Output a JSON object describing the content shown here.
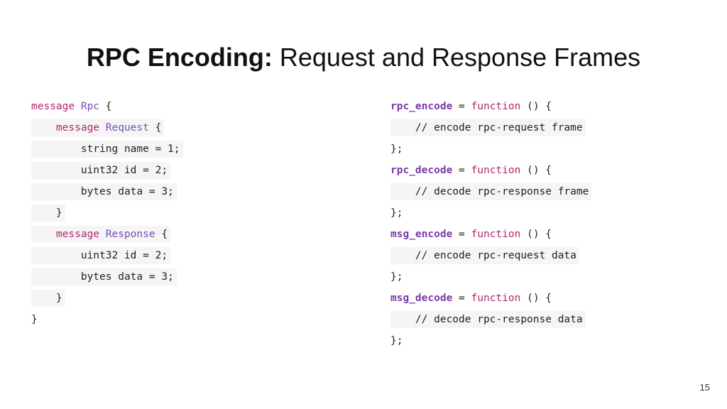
{
  "slide": {
    "title_bold": "RPC Encoding:",
    "title_rest": " Request and Response Frames",
    "page_number": "15"
  },
  "left_code": {
    "line1": {
      "kw": "message",
      "sp": " ",
      "name": "Rpc",
      "rest": " {"
    },
    "line2": {
      "indent": "    ",
      "kw": "message",
      "sp": " ",
      "name": "Request",
      "rest": " {"
    },
    "line3": {
      "text": "        string name = 1;"
    },
    "line4": {
      "text": "        uint32 id = 2;"
    },
    "line5": {
      "text": "        bytes data = 3;"
    },
    "line6": {
      "text": "    }"
    },
    "line7": {
      "indent": "    ",
      "kw": "message",
      "sp": " ",
      "name": "Response",
      "rest": " {"
    },
    "line8": {
      "text": "        uint32 id = 2;"
    },
    "line9": {
      "text": "        bytes data = 3;"
    },
    "line10": {
      "text": "    }"
    },
    "line11": {
      "text": "}"
    }
  },
  "right_code": {
    "f1": {
      "name": "rpc_encode",
      "eq": " = ",
      "kw": "function",
      "rest": " () {",
      "comment": "    // encode rpc-request frame",
      "close": "};"
    },
    "f2": {
      "name": "rpc_decode",
      "eq": " = ",
      "kw": "function",
      "rest": " () {",
      "comment": "    // decode rpc-response frame",
      "close": "};"
    },
    "f3": {
      "name": "msg_encode",
      "eq": " = ",
      "kw": "function",
      "rest": " () {",
      "comment": "    // encode rpc-request data",
      "close": "};"
    },
    "f4": {
      "name": "msg_decode",
      "eq": " = ",
      "kw": "function",
      "rest": " () {",
      "comment": "    // decode rpc-response data",
      "close": "};"
    }
  }
}
